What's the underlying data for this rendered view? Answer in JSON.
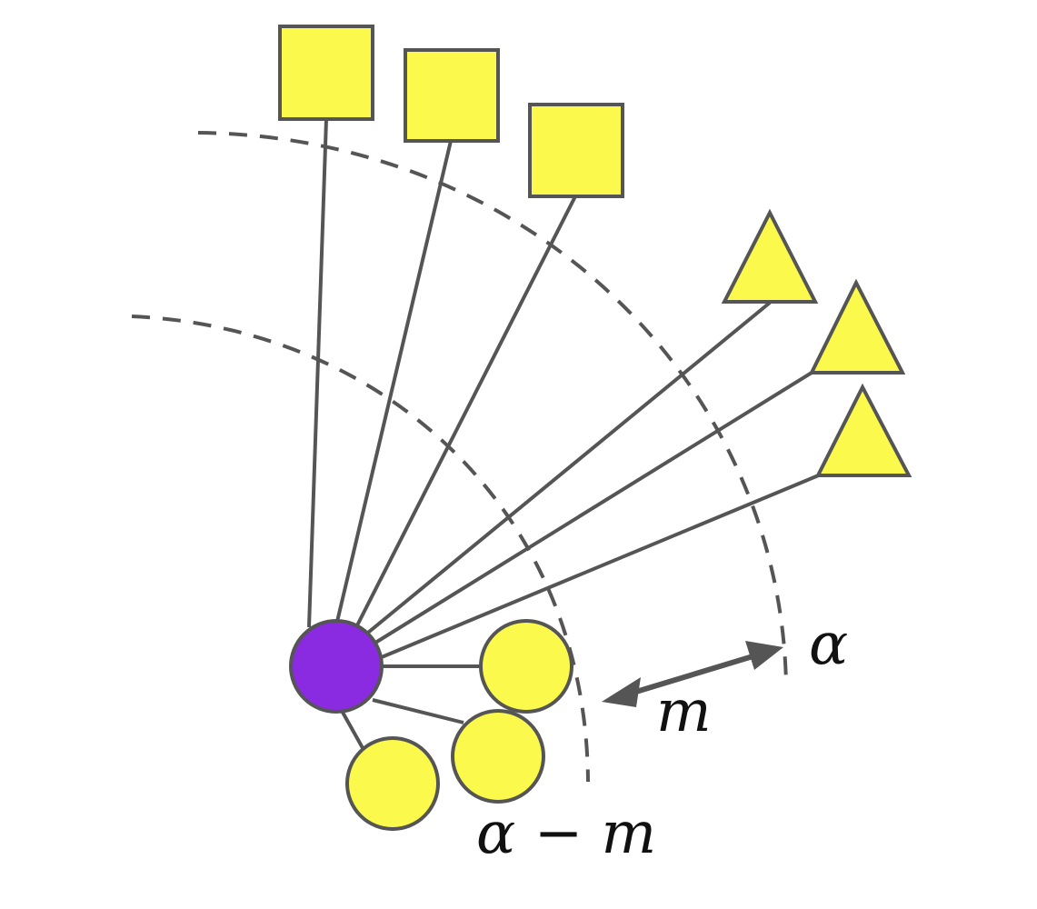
{
  "diagram": {
    "labels": {
      "alpha": "α",
      "margin": "m",
      "alpha_minus_margin": "α − m"
    },
    "colors": {
      "anchor_node": "#8a2be2",
      "neighbor_fill": "#fcf94d",
      "stroke": "#555555",
      "boundary": "#555555"
    },
    "node_shapes": {
      "anchor": "circle",
      "near_neighbors": "circle",
      "far_group_a": "square",
      "far_group_b": "triangle"
    }
  }
}
